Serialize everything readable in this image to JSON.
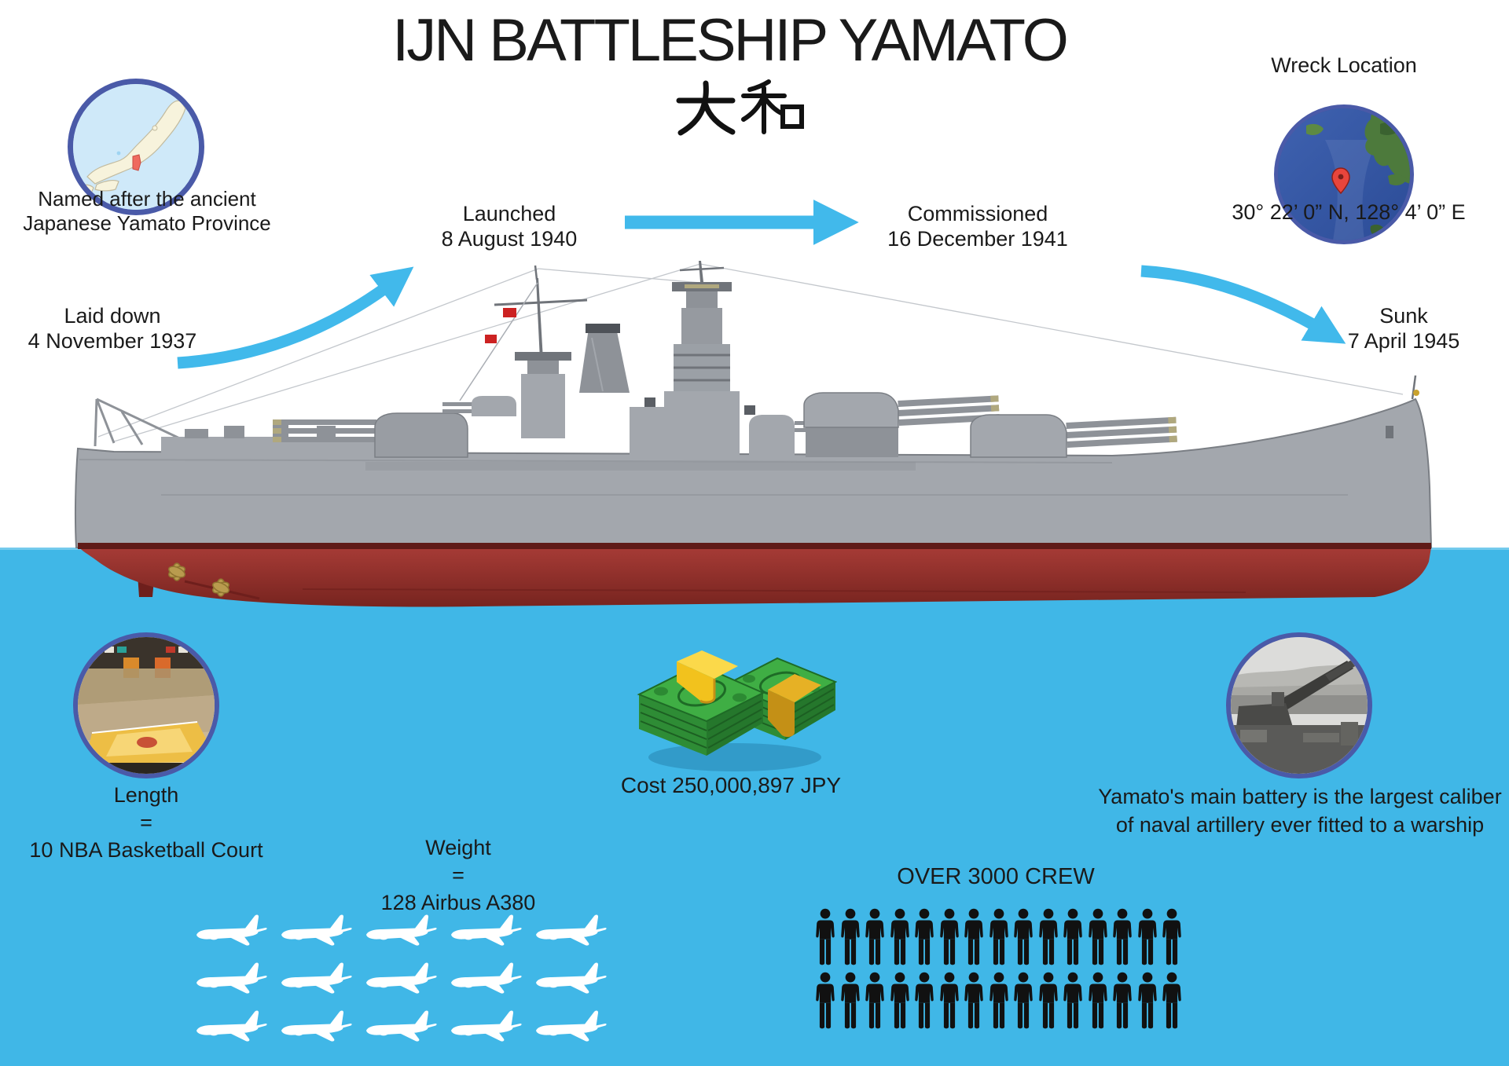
{
  "header": {
    "title": "IJN BATTLESHIP YAMATO",
    "title_japanese": "大和"
  },
  "origin": {
    "line1": "Named after the ancient",
    "line2": "Japanese Yamato Province"
  },
  "timeline": [
    {
      "label": "Laid down",
      "date": "4 November 1937"
    },
    {
      "label": "Launched",
      "date": "8 August 1940"
    },
    {
      "label": "Commissioned",
      "date": "16 December 1941"
    },
    {
      "label": "Sunk",
      "date": "7 April 1945"
    }
  ],
  "wreck": {
    "heading": "Wreck Location",
    "coordinates": "30° 22’ 0” N, 128° 4’ 0” E"
  },
  "stats": {
    "length": {
      "title": "Length",
      "equals": "=",
      "value": "10 NBA Basketball Court"
    },
    "cost": {
      "label": "Cost 250,000,897 JPY"
    },
    "weight": {
      "title": "Weight",
      "equals": "=",
      "value": "128 Airbus A380",
      "plane_rows": 3,
      "planes_per_row": 5
    },
    "crew": {
      "label": "OVER 3000 CREW",
      "rows": 2,
      "icons_per_row": 15
    },
    "battery": {
      "line1": "Yamato's main battery is the largest caliber",
      "line2": "of naval artillery ever fitted to a warship"
    }
  },
  "icons": [
    "japan-map-icon",
    "wreck-map-pin-icon",
    "basketball-court-icon",
    "money-stack-icon",
    "airplane-icon",
    "crew-person-icon",
    "main-battery-photo-icon",
    "timeline-arrow-icon"
  ],
  "colors": {
    "water": "#40b7e7",
    "arrow": "#41b9eb",
    "ring": "#4a5aa8",
    "hull_red": "#a63b36",
    "ship_gray": "#a3a7ad",
    "money_green": "#3fae44",
    "gold_band": "#f2c21d",
    "crew_black": "#111111",
    "plane_white": "#ffffff"
  }
}
